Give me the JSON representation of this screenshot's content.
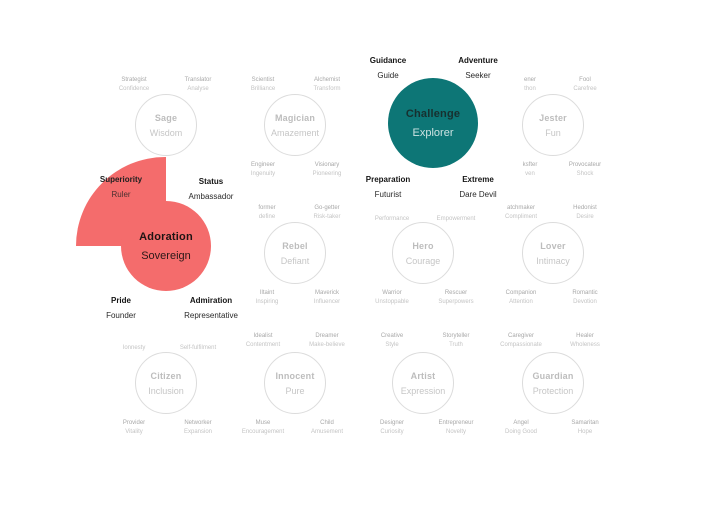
{
  "archetypes": [
    {
      "id": "sage",
      "name": "Sage",
      "trait": "Wisdom"
    },
    {
      "id": "magician",
      "name": "Magician",
      "trait": "Amazement"
    },
    {
      "id": "explorer",
      "name": "Challenge",
      "trait": "Explorer"
    },
    {
      "id": "jester",
      "name": "Jester",
      "trait": "Fun"
    },
    {
      "id": "sovereign",
      "name": "Adoration",
      "trait": "Sovereign"
    },
    {
      "id": "rebel",
      "name": "Rebel",
      "trait": "Defiant"
    },
    {
      "id": "hero",
      "name": "Hero",
      "trait": "Courage"
    },
    {
      "id": "lover",
      "name": "Lover",
      "trait": "Intimacy"
    },
    {
      "id": "citizen",
      "name": "Citizen",
      "trait": "Inclusion"
    },
    {
      "id": "innocent",
      "name": "Innocent",
      "trait": "Pure"
    },
    {
      "id": "artist",
      "name": "Artist",
      "trait": "Expression"
    },
    {
      "id": "guardian",
      "name": "Guardian",
      "trait": "Protection"
    }
  ],
  "sovereign_leaf": {
    "name": "Superiority",
    "trait": "Ruler"
  },
  "labels": [
    {
      "id": "sage-tl",
      "t1": "Strategist",
      "t2": "Confidence"
    },
    {
      "id": "sage-tr",
      "t1": "Translator",
      "t2": "Analyse"
    },
    {
      "id": "mag-tl",
      "t1": "Scientist",
      "t2": "Brilliance"
    },
    {
      "id": "mag-tr",
      "t1": "Alchemist",
      "t2": "Transform"
    },
    {
      "id": "mag-bl",
      "t1": "Engineer",
      "t2": "Ingenuity"
    },
    {
      "id": "mag-br",
      "t1": "Visionary",
      "t2": "Pioneering"
    },
    {
      "id": "exp-tl",
      "t1": "Guidance",
      "t2": "Guide"
    },
    {
      "id": "exp-tr",
      "t1": "Adventure",
      "t2": "Seeker"
    },
    {
      "id": "exp-bl",
      "t1": "Preparation",
      "t2": "Futurist"
    },
    {
      "id": "exp-br",
      "t1": "Extreme",
      "t2": "Dare Devil"
    },
    {
      "id": "jes-tl",
      "t1": "ener",
      "t2": "thon"
    },
    {
      "id": "jes-tr",
      "t1": "Fool",
      "t2": "Carefree"
    },
    {
      "id": "jes-bl",
      "t1": "ksfter",
      "t2": "ven"
    },
    {
      "id": "jes-br",
      "t1": "Provocateur",
      "t2": "Shock"
    },
    {
      "id": "sov-tr",
      "t1": "Status",
      "t2": "Ambassador"
    },
    {
      "id": "sov-bl",
      "t1": "Pride",
      "t2": "Founder"
    },
    {
      "id": "sov-br",
      "t1": "Admiration",
      "t2": "Representative"
    },
    {
      "id": "reb-tl",
      "t1": "former",
      "t2": "define"
    },
    {
      "id": "reb-tr",
      "t1": "Go-getter",
      "t2": "Risk-taker"
    },
    {
      "id": "reb-bl",
      "t1": "Iltaint",
      "t2": "Inspiring"
    },
    {
      "id": "reb-br",
      "t1": "Maverick",
      "t2": "Influencer"
    },
    {
      "id": "hero-tl",
      "t1": "",
      "t2": "Performance"
    },
    {
      "id": "hero-tr",
      "t1": "",
      "t2": "Empowerment"
    },
    {
      "id": "hero-bl",
      "t1": "Warrior",
      "t2": "Unstoppable"
    },
    {
      "id": "hero-br",
      "t1": "Rescuer",
      "t2": "Superpowers"
    },
    {
      "id": "lov-tl",
      "t1": "atchmaker",
      "t2": "Compliment"
    },
    {
      "id": "lov-tr",
      "t1": "Hedonist",
      "t2": "Desire"
    },
    {
      "id": "lov-bl",
      "t1": "Companion",
      "t2": "Attention"
    },
    {
      "id": "lov-br",
      "t1": "Romantic",
      "t2": "Devotion"
    },
    {
      "id": "cit-tl",
      "t1": "",
      "t2": "Ionnesty"
    },
    {
      "id": "cit-tr",
      "t1": "",
      "t2": "Self-fulfilment"
    },
    {
      "id": "cit-bl",
      "t1": "Provider",
      "t2": "Vitality"
    },
    {
      "id": "cit-br",
      "t1": "Networker",
      "t2": "Expansion"
    },
    {
      "id": "inn-tl",
      "t1": "Idealist",
      "t2": "Contentment"
    },
    {
      "id": "inn-tr",
      "t1": "Dreamer",
      "t2": "Make-believe"
    },
    {
      "id": "inn-bl",
      "t1": "Muse",
      "t2": "Encouragement"
    },
    {
      "id": "inn-br",
      "t1": "Child",
      "t2": "Amusement"
    },
    {
      "id": "art-tl",
      "t1": "Creative",
      "t2": "Style"
    },
    {
      "id": "art-tr",
      "t1": "Storyteller",
      "t2": "Truth"
    },
    {
      "id": "art-bl",
      "t1": "Designer",
      "t2": "Curiosity"
    },
    {
      "id": "art-br",
      "t1": "Entrepreneur",
      "t2": "Novelty"
    },
    {
      "id": "gua-tl",
      "t1": "Caregiver",
      "t2": "Compassionate"
    },
    {
      "id": "gua-tr",
      "t1": "Healer",
      "t2": "Wholeness"
    },
    {
      "id": "gua-bl",
      "t1": "Angel",
      "t2": "Doing Good"
    },
    {
      "id": "gua-br",
      "t1": "Samaritan",
      "t2": "Hope"
    }
  ],
  "colors": {
    "explorer": "#0d7676",
    "sovereign": "#f46c6c",
    "ring": "#dcdcdc"
  }
}
